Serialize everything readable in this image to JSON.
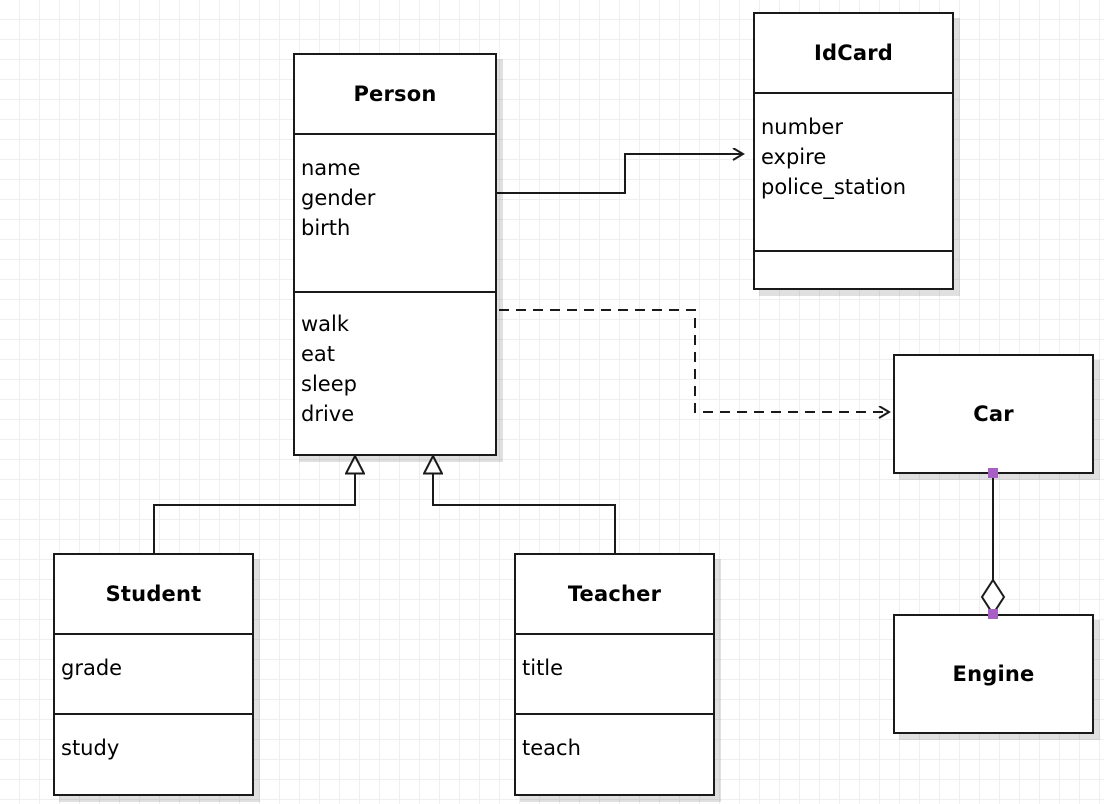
{
  "diagram": {
    "type": "uml-class-diagram",
    "background": "#ffffff",
    "grid_color": "#efefef",
    "line_color": "#1a1a1a",
    "handle_color": "#a75fc4"
  },
  "classes": [
    {
      "id": "person",
      "name": "Person",
      "attributes": [
        "name",
        "gender",
        "birth"
      ],
      "operations": [
        "walk",
        "eat",
        "sleep",
        "drive"
      ]
    },
    {
      "id": "idcard",
      "name": "IdCard",
      "attributes": [
        "number",
        "expire",
        "police_station"
      ],
      "operations": []
    },
    {
      "id": "student",
      "name": "Student",
      "attributes": [
        "grade"
      ],
      "operations": [
        "study"
      ]
    },
    {
      "id": "teacher",
      "name": "Teacher",
      "attributes": [
        "title"
      ],
      "operations": [
        "teach"
      ]
    },
    {
      "id": "car",
      "name": "Car",
      "attributes": [],
      "operations": []
    },
    {
      "id": "engine",
      "name": "Engine",
      "attributes": [],
      "operations": []
    }
  ],
  "relationships": [
    {
      "id": "person-idcard",
      "kind": "association",
      "from": "Person",
      "to": "IdCard",
      "line": "solid",
      "arrow": "open"
    },
    {
      "id": "person-car",
      "kind": "dependency",
      "from": "Person",
      "to": "Car",
      "line": "dashed",
      "arrow": "open"
    },
    {
      "id": "student-person",
      "kind": "generalization",
      "from": "Student",
      "to": "Person",
      "line": "solid",
      "arrow": "hollow-triangle"
    },
    {
      "id": "teacher-person",
      "kind": "generalization",
      "from": "Teacher",
      "to": "Person",
      "line": "solid",
      "arrow": "hollow-triangle"
    },
    {
      "id": "car-engine",
      "kind": "aggregation",
      "from": "Car",
      "to": "Engine",
      "line": "solid",
      "arrow": "hollow-diamond"
    }
  ]
}
